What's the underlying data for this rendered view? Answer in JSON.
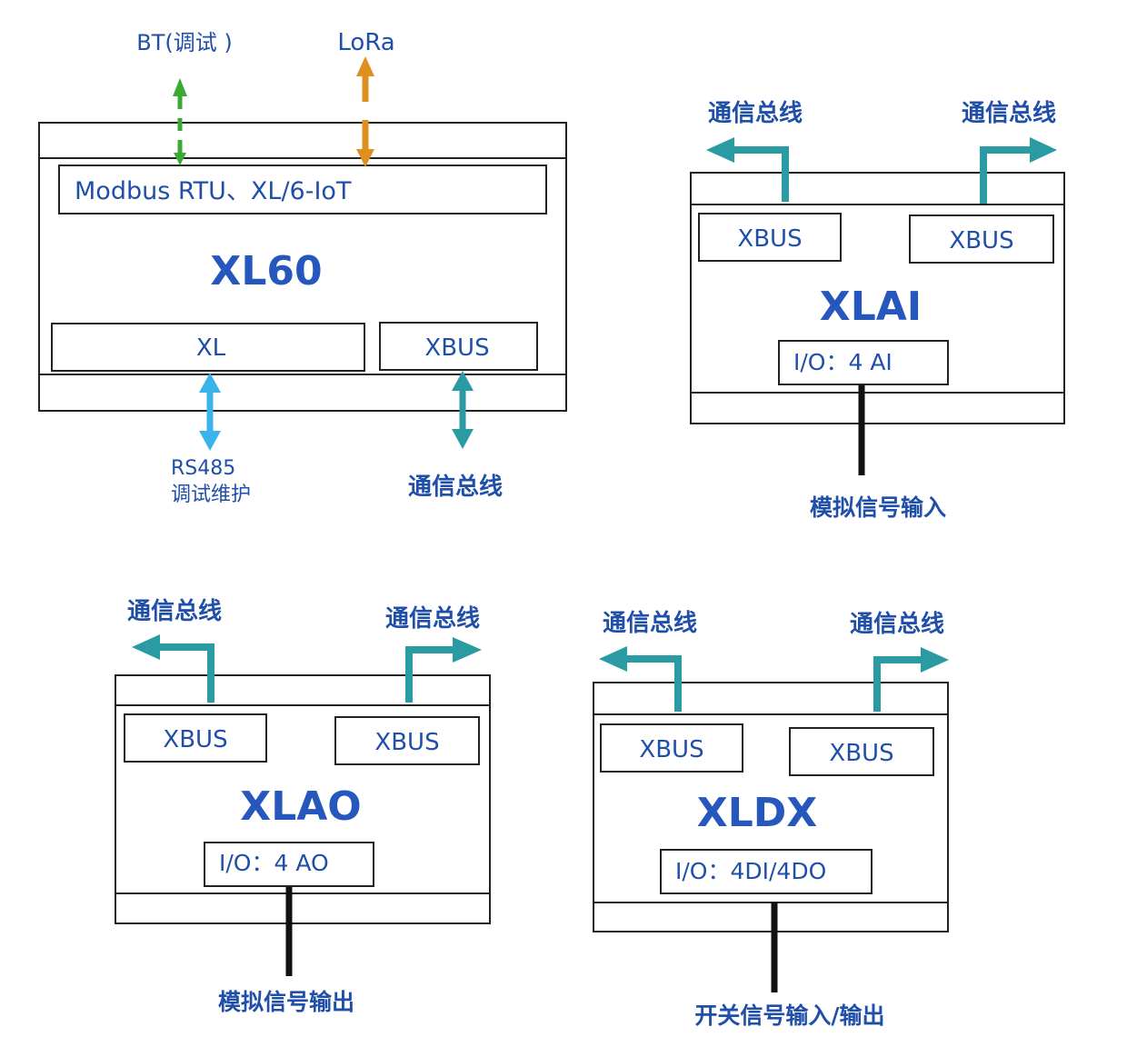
{
  "colors": {
    "text": "#1f4fa8",
    "title": "#2557bd",
    "line": "#222222",
    "bt": "#3aaa35",
    "lora": "#df8f1f",
    "rs485": "#39b3ea",
    "xbus": "#2a9aa3",
    "io": "#111111"
  },
  "xl60": {
    "title": "XL60",
    "top_box": "Modbus RTU、XL/6-IoT",
    "port_xl": "XL",
    "port_xbus": "XBUS",
    "bt_label": "BT(调试 )",
    "lora_label": "LoRa",
    "rs485_line1": "RS485",
    "rs485_line2": "调试维护",
    "bus_label": "通信总线"
  },
  "xlai": {
    "title": "XLAI",
    "left_port": "XBUS",
    "right_port": "XBUS",
    "io": "I/O：4 AI",
    "left_bus": "通信总线",
    "right_bus": "通信总线",
    "signal": "模拟信号输入"
  },
  "xlao": {
    "title": "XLAO",
    "left_port": "XBUS",
    "right_port": "XBUS",
    "io": "I/O：4 AO",
    "left_bus": "通信总线",
    "right_bus": "通信总线",
    "signal": "模拟信号输出"
  },
  "xldx": {
    "title": "XLDX",
    "left_port": "XBUS",
    "right_port": "XBUS",
    "io": "I/O：4DI/4DO",
    "left_bus": "通信总线",
    "right_bus": "通信总线",
    "signal": "开关信号输入/输出"
  }
}
